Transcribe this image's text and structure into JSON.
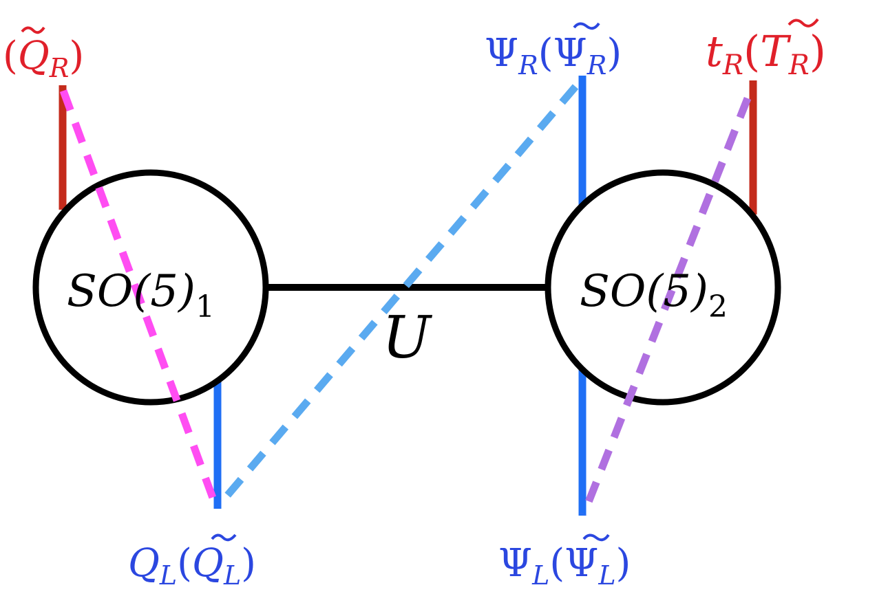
{
  "diagram": {
    "nodes": [
      {
        "id": "so5-1",
        "label": "SO(5)",
        "subscript": "1"
      },
      {
        "id": "so5-2",
        "label": "SO(5)",
        "subscript": "2"
      }
    ],
    "link": {
      "label": "U"
    },
    "fields": {
      "qr_tilde": {
        "open": "(",
        "base": "Q",
        "sub": "R",
        "close": ")",
        "color": "#e0202a"
      },
      "psi_r": {
        "base": "Ψ",
        "sub": "R",
        "open": "(",
        "tbase": "Ψ",
        "tsub": "R",
        "close": ")",
        "color": "#2b47e0"
      },
      "t_r": {
        "base": "t",
        "sub": "R",
        "open": "(",
        "tbase": "T",
        "tsub": "R",
        "close": ")",
        "color": "#e0202a"
      },
      "q_l": {
        "base": "Q",
        "sub": "L",
        "open": "(",
        "tbase": "Q",
        "tsub": "L",
        "close": ")",
        "color": "#2b47e0"
      },
      "psi_l": {
        "base": "Ψ",
        "sub": "L",
        "open": "(",
        "tbase": "Ψ",
        "tsub": "L",
        "close": ")",
        "color": "#2b47e0"
      }
    },
    "colors": {
      "red_leg": "#c42b1c",
      "blue_leg": "#1f6ff5",
      "magenta_dash": "#ff4df2",
      "lightblue_dash": "#5aaaf0",
      "violet_dash": "#b070e0",
      "outline": "#000000"
    }
  }
}
